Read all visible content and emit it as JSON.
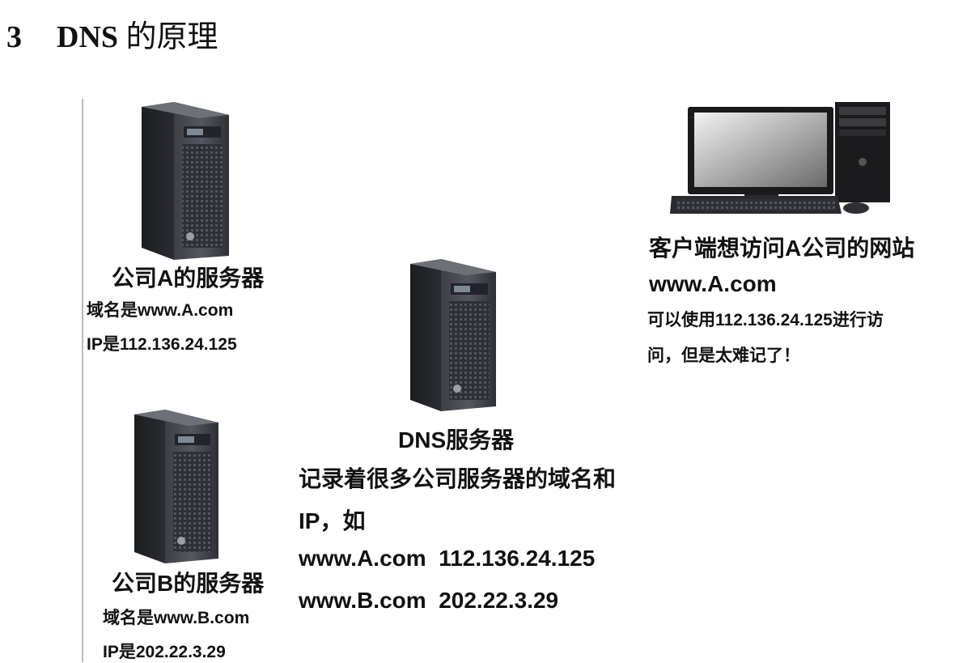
{
  "title": {
    "number": "3",
    "text_en": "DNS",
    "text_cn": "的原理"
  },
  "server_a": {
    "name": "公司A的服务器",
    "domain": "域名是www.A.com",
    "ip": "IP是112.136.24.125"
  },
  "server_b": {
    "name": "公司B的服务器",
    "domain": "域名是www.B.com",
    "ip": "IP是202.22.3.29"
  },
  "dns": {
    "name": "DNS服务器",
    "desc_line1": "记录着很多公司服务器的域名和",
    "desc_line2": "IP，如",
    "record1": "www.A.com  112.136.24.125",
    "record2": "www.B.com  202.22.3.29"
  },
  "client": {
    "desc_line1": "客户端想访问A公司的网站",
    "url": "www.A.com",
    "note_line1": "可以使用112.136.24.125进行访",
    "note_line2": "问，但是太难记了！"
  }
}
